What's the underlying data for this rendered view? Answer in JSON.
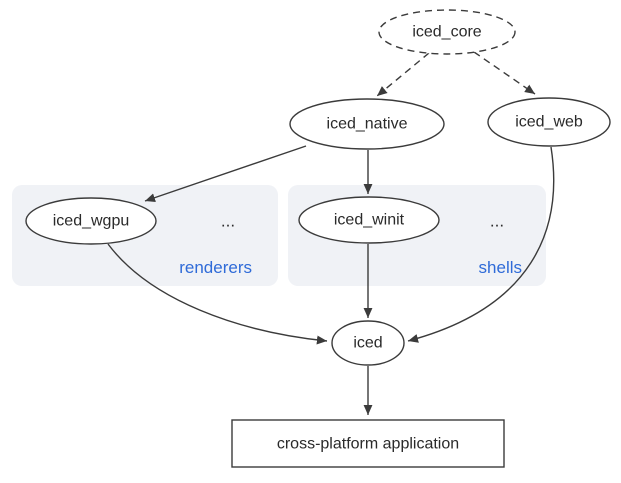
{
  "diagram": {
    "colors": {
      "background": "#ffffff",
      "node_stroke": "#3b3b3b",
      "node_fill": "#ffffff",
      "edge": "#3b3b3b",
      "text": "#2a2a2a",
      "group_fill": "#f0f2f6",
      "group_label": "#2f6bd8"
    },
    "nodes": {
      "iced_core": {
        "label": "iced_core",
        "shape": "dashed-ellipse"
      },
      "iced_native": {
        "label": "iced_native",
        "shape": "ellipse"
      },
      "iced_web": {
        "label": "iced_web",
        "shape": "ellipse"
      },
      "iced_wgpu": {
        "label": "iced_wgpu",
        "shape": "ellipse"
      },
      "iced_winit": {
        "label": "iced_winit",
        "shape": "ellipse"
      },
      "iced": {
        "label": "iced",
        "shape": "ellipse"
      },
      "application": {
        "label": "cross-platform application",
        "shape": "rect"
      }
    },
    "groups": {
      "renderers": {
        "label": "renderers",
        "more": "..."
      },
      "shells": {
        "label": "shells",
        "more": "..."
      }
    },
    "edges": [
      {
        "from": "iced_core",
        "to": "iced_native",
        "style": "dashed"
      },
      {
        "from": "iced_core",
        "to": "iced_web",
        "style": "dashed"
      },
      {
        "from": "iced_native",
        "to": "iced_wgpu",
        "style": "solid"
      },
      {
        "from": "iced_native",
        "to": "iced_winit",
        "style": "solid"
      },
      {
        "from": "iced_wgpu",
        "to": "iced",
        "style": "solid"
      },
      {
        "from": "iced_winit",
        "to": "iced",
        "style": "solid"
      },
      {
        "from": "iced_web",
        "to": "iced",
        "style": "solid"
      },
      {
        "from": "iced",
        "to": "application",
        "style": "solid"
      }
    ]
  }
}
